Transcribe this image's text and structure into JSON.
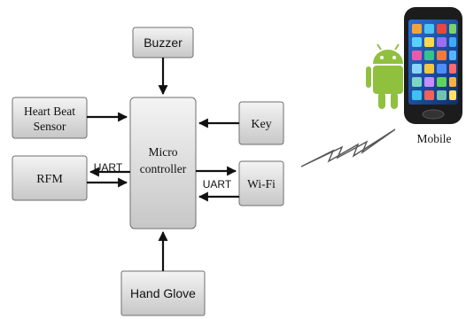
{
  "diagram": {
    "nodes": {
      "buzzer": "Buzzer",
      "heart_beat_line1": "Heart Beat",
      "heart_beat_line2": "Sensor",
      "rfm": "RFM",
      "micro_line1": "Micro",
      "micro_line2": "controller",
      "key": "Key",
      "wifi": "Wi-Fi",
      "hand_glove": "Hand Glove",
      "mobile": "Mobile"
    },
    "edge_labels": {
      "uart_left": "UART",
      "uart_right": "UART"
    },
    "colors": {
      "box_fill_top": "#f2f2f2",
      "box_fill_bottom": "#c9c9c9",
      "box_stroke": "#6f6f6f",
      "arrow": "#111111",
      "android_green": "#8fc13e",
      "phone_body": "#1c1c1c"
    },
    "icons": [
      "android-robot-icon",
      "smartphone-icon",
      "lightning-bolt-icon"
    ]
  }
}
